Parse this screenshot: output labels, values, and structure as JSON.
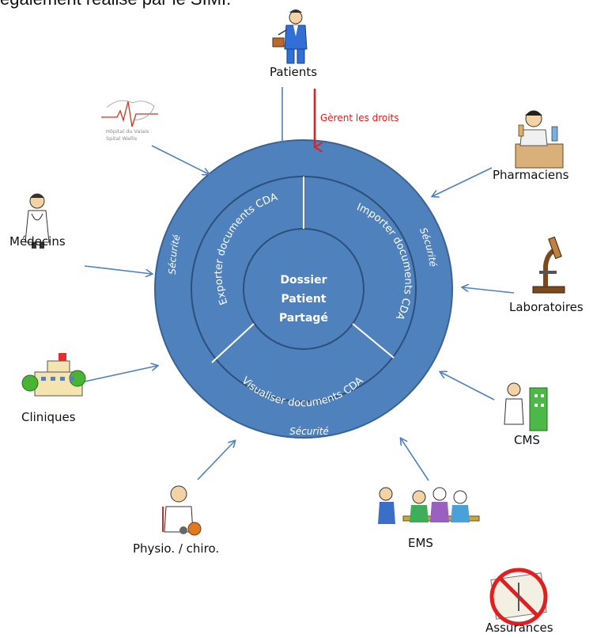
{
  "header": {
    "partial_text": "également réalisé par le SIMI."
  },
  "center": {
    "lines": [
      "Dossier",
      "Patient",
      "Partagé"
    ]
  },
  "middle_ring": {
    "export_label": "Exporter documents CDA",
    "import_label": "Importer documents CDA",
    "view_label": "Visualiser documents CDA"
  },
  "outer_ring": {
    "security_label": "Sécurité"
  },
  "rights_label": "Gèrent les droits",
  "hospital_logo": {
    "line1": "Hôpital du Valais",
    "line2": "Spital Wallis"
  },
  "actors": {
    "patients": "Patients",
    "pharmaciens": "Pharmaciens",
    "medecins": "Médecins",
    "laboratoires": "Laboratoires",
    "cliniques": "Cliniques",
    "cms": "CMS",
    "physio": "Physio. / chiro.",
    "ems": "EMS",
    "assurances": "Assurances"
  },
  "colors": {
    "disc": "#4f81bd",
    "ring_line": "#ffffff",
    "ring_edge": "#3a6394",
    "arrow": "#4f81bd",
    "rights_arrow": "#e02020"
  }
}
